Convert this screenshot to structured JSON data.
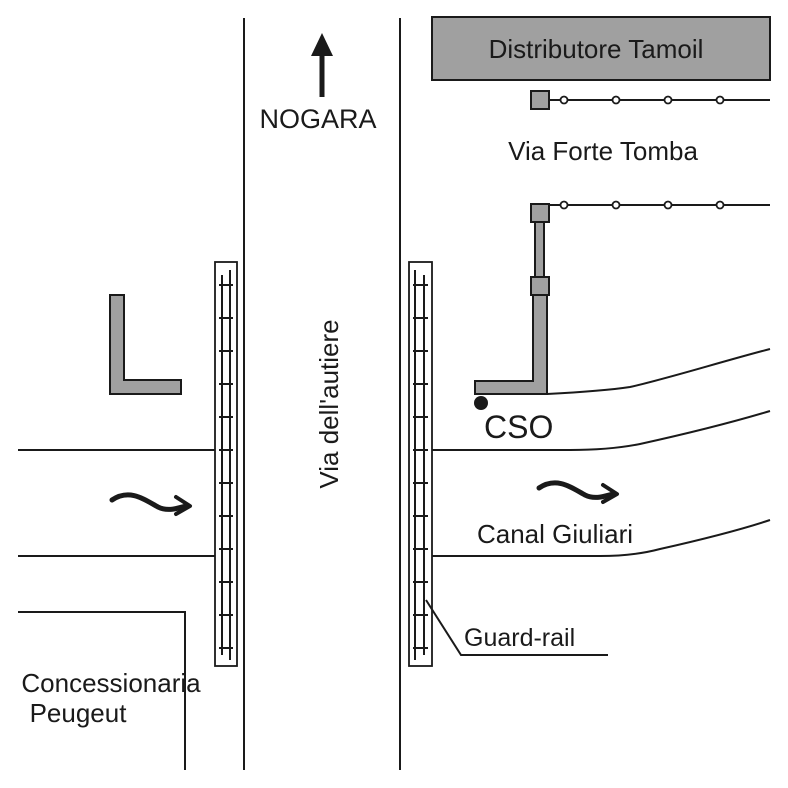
{
  "labels": {
    "nogara": "NOGARA",
    "distributore": "Distributore Tamoil",
    "via_forte_tomba": "Via Forte Tomba",
    "via_autiere": "Via dell'autiere",
    "cso": "CSO",
    "canal_giuliari": "Canal Giuliari",
    "guard_rail": "Guard-rail",
    "concessionaria_line1": "Concessionaria",
    "concessionaria_line2": "Peugeut"
  },
  "colors": {
    "ink": "#1a1a1a",
    "fill_gray": "#a0a0a0",
    "background": "#ffffff"
  },
  "icons": {
    "north_arrow": "arrow-up-icon",
    "flow": "wavy-arrow-icon",
    "cso": "dot-icon"
  }
}
